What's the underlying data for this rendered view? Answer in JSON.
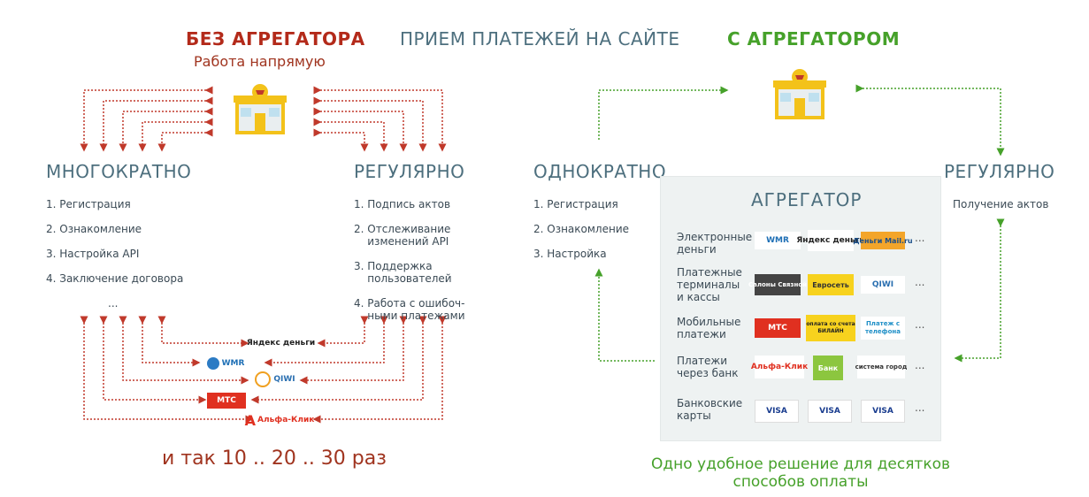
{
  "titles": {
    "left": "БЕЗ АГРЕГАТОРА",
    "left_sub": "Работа напрямую",
    "center": "ПРИЕМ ПЛАТЕЖЕЙ НА  САЙТЕ",
    "right": "С АГРЕГАТОРОМ"
  },
  "left": {
    "multi_title": "МНОГОКРАТНО",
    "multi_items": [
      "1. Регистрация",
      "2. Ознакомление",
      "3. Настройка API",
      "4. Заключение договора",
      "..."
    ],
    "regular_title": "РЕГУЛЯРНО",
    "regular_items": [
      "1. Подпись актов",
      "2. Отслеживание\n    изменений API",
      "3. Поддержка\n    пользователей",
      "4. Работа с ошибоч-\n    ными платежами"
    ],
    "footer": "и так 10 .. 20 .. 30 раз",
    "providers": [
      "Яндекс деньги",
      "WMR",
      "QIWI",
      "МТС",
      "Альфа-Клик"
    ]
  },
  "right": {
    "once_title": "ОДНОКРАТНО",
    "once_items": [
      "1. Регистрация",
      "2. Ознакомление",
      "3. Настройка"
    ],
    "regular_title": "РЕГУЛЯРНО",
    "regular_item": "Получение актов",
    "aggregator_title": "АГРЕГАТОР",
    "rows": [
      {
        "label": "Электронные\nденьги",
        "logos": [
          "WMR",
          "Яндекс деньги",
          "Деньги Mail.ru"
        ],
        "more": "..."
      },
      {
        "label": "Платежные\nтерминалы\nи кассы",
        "logos": [
          "Салоны Связной",
          "Евросеть",
          "QIWI"
        ],
        "more": "..."
      },
      {
        "label": "Мобильные\nплатежи",
        "logos": [
          "МТС",
          "оплата со счета БИЛАЙН",
          "Платеж с телефона"
        ],
        "more": "..."
      },
      {
        "label": "Платежи\nчерез банк",
        "logos": [
          "Альфа-Клик",
          "Банк",
          "система город"
        ],
        "more": "..."
      },
      {
        "label": "Банковские\nкарты",
        "logos": [
          "VISA",
          "VISA",
          "VISA"
        ],
        "more": "..."
      }
    ],
    "footer": "Одно удобное решение для десятков\nспособов оплаты"
  },
  "colors": {
    "red": "#b32a1a",
    "green": "#46a12a",
    "teal": "#4d6f7e",
    "store": "#f3c21a"
  },
  "icons": [
    "store-icon",
    "store-icon"
  ]
}
